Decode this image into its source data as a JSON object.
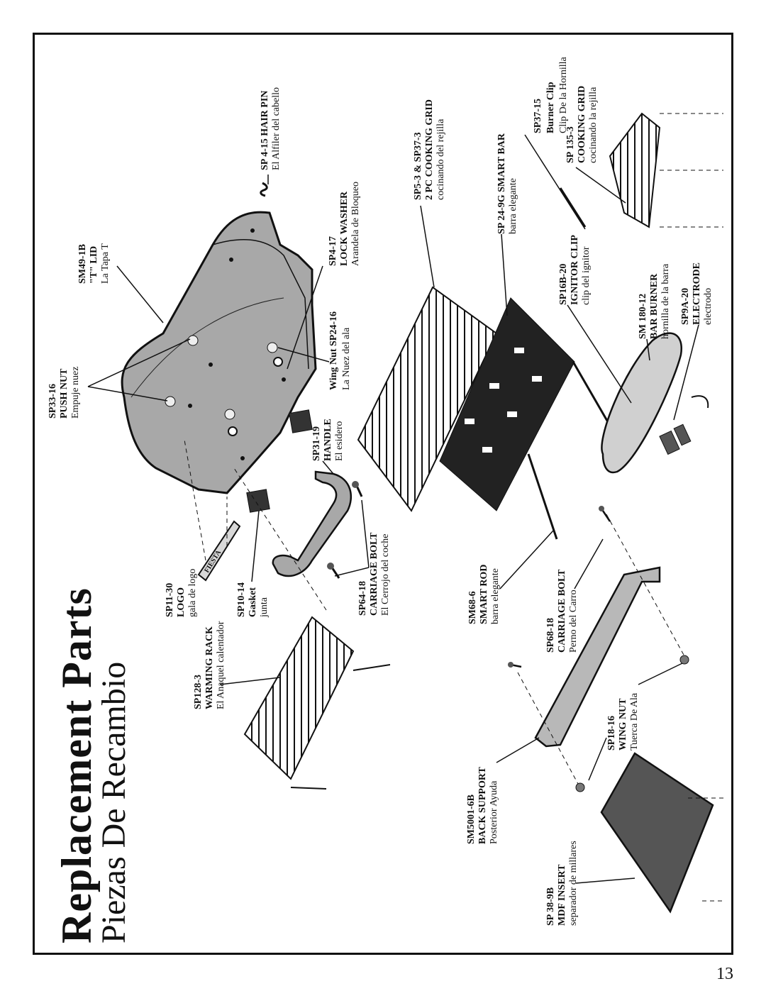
{
  "title": "Replacement Parts",
  "subtitle": "Piezas De Recambio",
  "page_number": "13",
  "parts": [
    {
      "id": "hairpin",
      "code": "SP 4-15 HAIR PIN",
      "name": "",
      "es": "El Alfiler del cabello"
    },
    {
      "id": "burner_clip",
      "code": "SP37-15",
      "name": "Burner Clip",
      "es": "Clip De la Hornilla"
    },
    {
      "id": "cooking_grid_3",
      "code": "SP 135-3",
      "name": "COOKING GRID",
      "es": "cocinando la rejilla"
    },
    {
      "id": "cooking_grid_2pc",
      "code": "SP5-3 & SP37-3",
      "name": "2 PC COOKING GRID",
      "es": "cocinando del rejilla"
    },
    {
      "id": "smart_bar",
      "code": "SP 24-9G SMART BAR",
      "name": "",
      "es": "barra elegante"
    },
    {
      "id": "t_lid",
      "code": "SM49-1B",
      "name": "\"T\" LID",
      "es": "La Tapa T"
    },
    {
      "id": "lock_washer",
      "code": "SP4-17",
      "name": "LOCK WASHER",
      "es": "Arandela de Bloqueo"
    },
    {
      "id": "push_nut",
      "code": "SP33-16",
      "name": "PUSH NUT",
      "es": "Empuje nuez"
    },
    {
      "id": "wing_nut_lid",
      "code": "Wing Nut  SP24-16",
      "name": "",
      "es": "La Nuez del ala"
    },
    {
      "id": "handle",
      "code": "SP31-19",
      "name": "HANDLE",
      "es": "El esidero"
    },
    {
      "id": "ignitor_clip",
      "code": "SP16B-20",
      "name": "IGNITOR CLIP",
      "es": "clip del ignitor"
    },
    {
      "id": "bar_burner",
      "code": "SM 180-12",
      "name": "BAR BURNER",
      "es": "hornilla de la barra"
    },
    {
      "id": "electrode",
      "code": "SP9A-20",
      "name": "ELECTRODE",
      "es": "electrodo"
    },
    {
      "id": "logo",
      "code": "SP11-30",
      "name": "LOGO",
      "es": "gala de logo"
    },
    {
      "id": "gasket",
      "code": "SP10-14",
      "name": "Gasket",
      "es": "junta"
    },
    {
      "id": "carriage_bolt_64",
      "code": "SP64-18",
      "name": "CARRIAGE BOLT",
      "es": "El Cerrojo del coche"
    },
    {
      "id": "warming_rack",
      "code": "SP128-3",
      "name": "WARMING RACK",
      "es": "El Anaquel calentador"
    },
    {
      "id": "smart_rod",
      "code": "SM68-6",
      "name": "SMART ROD",
      "es": "barra elegante"
    },
    {
      "id": "carriage_bolt_68",
      "code": "SP68-18",
      "name": "CARRIAGE BOLT",
      "es": "Perno del Carro"
    },
    {
      "id": "wing_nut_18",
      "code": "SP18-16",
      "name": "WING NUT",
      "es": "Tuerca De Ala"
    },
    {
      "id": "back_support",
      "code": "SM5001-6B",
      "name": "BACK SUPPORT",
      "es": "Posterior Ayuda"
    },
    {
      "id": "mdf_insert",
      "code": "SP 38-9B",
      "name": "MDF INSERT",
      "es": "separador de millares"
    }
  ],
  "logo_text": "FIESTA"
}
